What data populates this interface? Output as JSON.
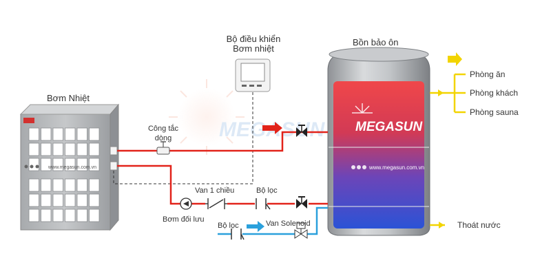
{
  "title": "Heat pump hot water system diagram",
  "colors": {
    "hot_pipe": "#e2231a",
    "return_pipe": "#e2231a",
    "cold_pipe": "#2aa0dc",
    "outlet_arrow": "#f2d400",
    "tank_body": "#b9bcc0",
    "tank_top": "#f0524f",
    "tank_bottom": "#2f4fc8"
  },
  "heat_pump": {
    "label": "Bơm Nhiệt",
    "grid_cols": 6,
    "grid_rows": 6,
    "brand_text": "www.megasun.com.vn"
  },
  "controller": {
    "label_line1": "Bộ điều khiển",
    "label_line2": "Bơm nhiệt"
  },
  "tank": {
    "label": "Bồn bảo ôn",
    "brand": "MEGASUN",
    "website": "www.megasun.com.vn"
  },
  "watermark": "MEGASUN",
  "components": {
    "flow_switch_line1": "Công tắc",
    "flow_switch_line2": "dòng",
    "check_valve": "Van 1 chiều",
    "filter_return": "Bộ lọc",
    "circulation_pump": "Bơm đối lưu",
    "filter_inlet": "Bộ lọc",
    "solenoid_valve": "Van Solenoid"
  },
  "outputs": [
    {
      "label": "Phòng ăn"
    },
    {
      "label": "Phòng khách"
    },
    {
      "label": "Phòng sauna"
    }
  ],
  "drain": {
    "label": "Thoát nước"
  }
}
